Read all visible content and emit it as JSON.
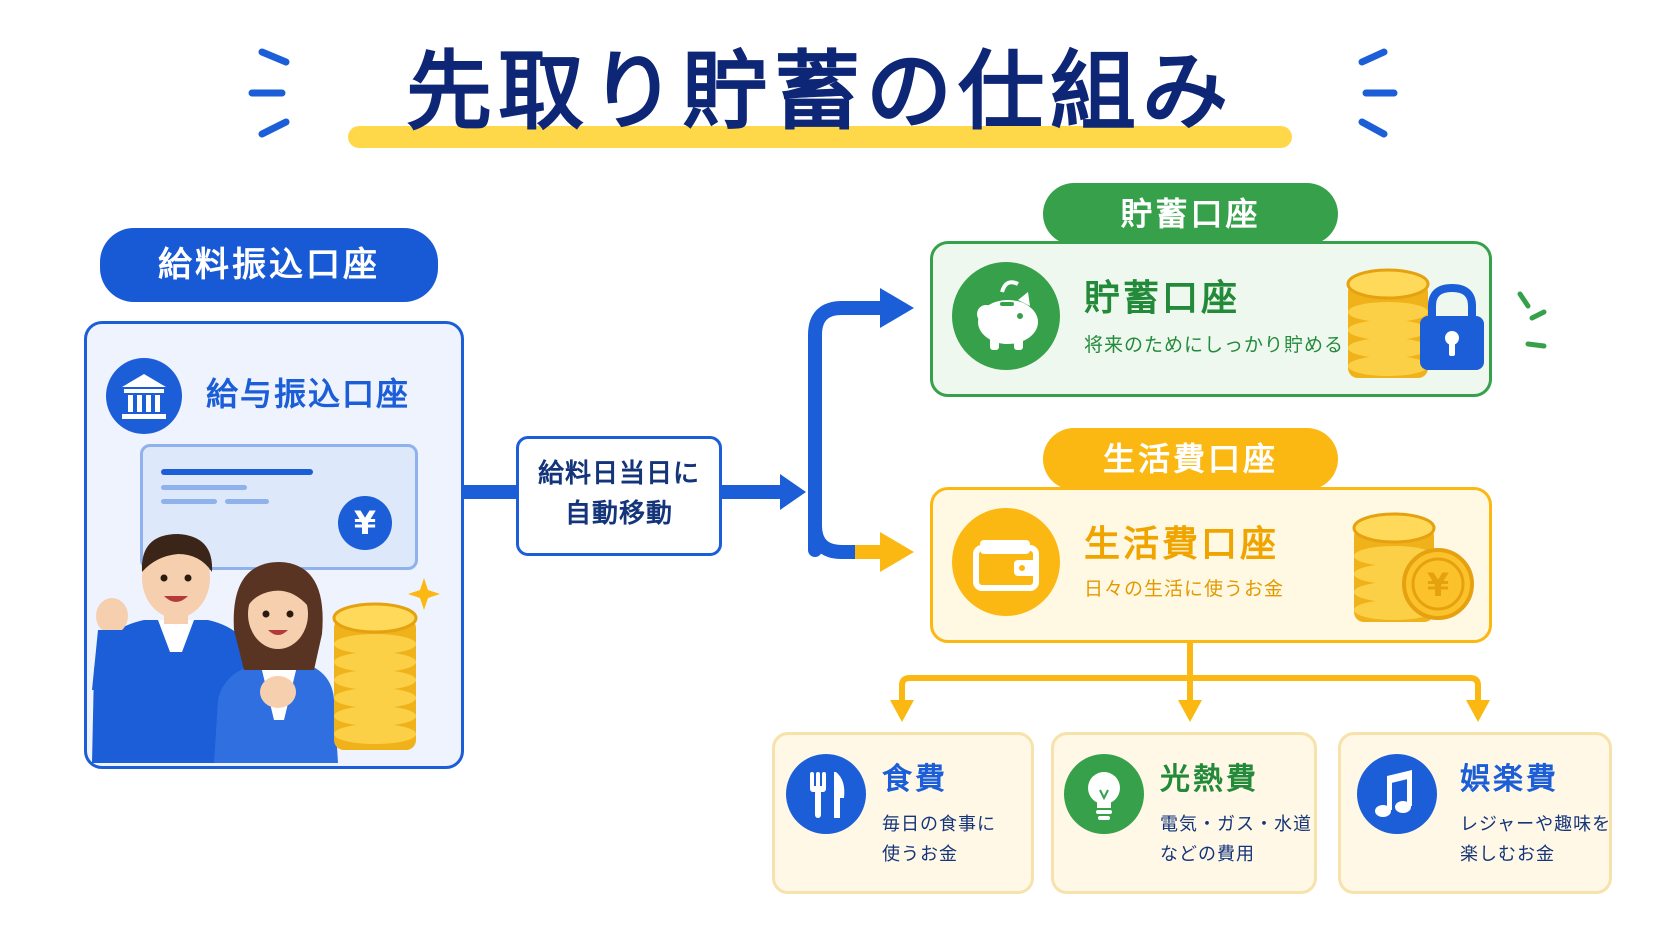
{
  "title": "先取り貯蓄の仕組み",
  "source_account": {
    "header": "給料振込口座",
    "label": "給与振込口座",
    "card_symbol": "¥"
  },
  "transfer": {
    "line1": "給料日当日に",
    "line2": "自動移動"
  },
  "savings": {
    "header": "貯蓄口座",
    "title": "貯蓄口座",
    "description": "将来のためにしっかり貯める",
    "color": "#36a14a"
  },
  "living": {
    "header": "生活費口座",
    "title": "生活費口座",
    "description": "日々の生活に使うお金",
    "color": "#fbb813"
  },
  "expenses": [
    {
      "title": "食費",
      "desc1": "毎日の食事に",
      "desc2": "使うお金",
      "icon": "fork-knife-icon"
    },
    {
      "title": "光熱費",
      "desc1": "電気・ガス・水道",
      "desc2": "などの費用",
      "icon": "lightbulb-icon"
    },
    {
      "title": "娯楽費",
      "desc1": "レジャーや趣味を",
      "desc2": "楽しむお金",
      "icon": "music-note-icon"
    }
  ],
  "colors": {
    "primary_blue": "#1b5ed8",
    "navy": "#0d2676",
    "accent_yellow": "#ffd84a"
  }
}
